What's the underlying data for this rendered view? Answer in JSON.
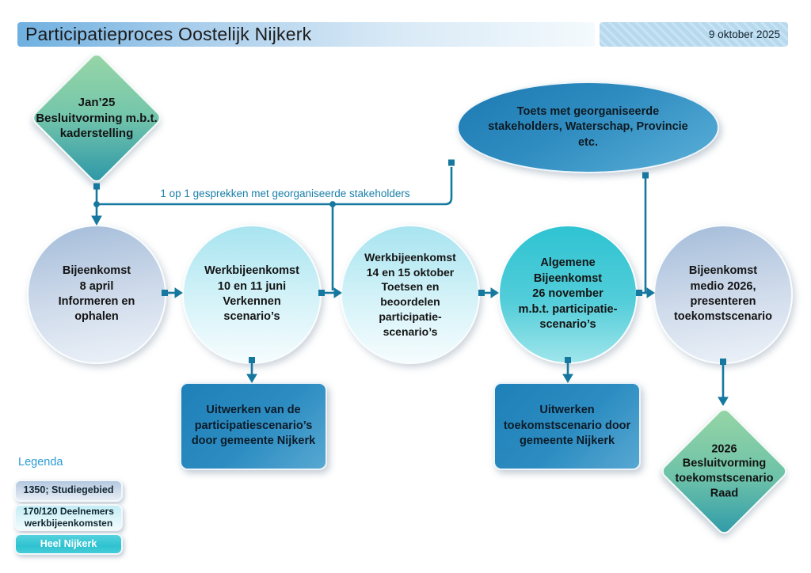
{
  "header": {
    "title": "Participatieproces Oostelijk Nijkerk",
    "date": "9 oktober 2025"
  },
  "diagram": {
    "diamond_start": {
      "text": "Jan’25\nBesluitvorming m.b.t.\nkaderstelling"
    },
    "ellipse": {
      "text": "Toets met georganiseerde\nstakeholders, Waterschap, Provincie\netc."
    },
    "connector_label": "1 op 1 gesprekken met georganiseerde stakeholders",
    "circles": [
      {
        "text": "Bijeenkomst\n8 april\nInformeren en\nophalen",
        "style": "steel"
      },
      {
        "text": "Werkbijeenkomst\n10 en 11 juni\nVerkennen\nscenario’s",
        "style": "cyan"
      },
      {
        "text": "Werkbijeenkomst\n14 en 15 oktober\nToetsen en\nbeoordelen\nparticipatie-\nscenario’s",
        "style": "cyan"
      },
      {
        "text": "Algemene\nBijeenkomst\n26 november\nm.b.t. participatie-\nscenario’s",
        "style": "teal"
      },
      {
        "text": "Bijeenkomst\nmedio 2026,\npresenteren\ntoekomstscenario",
        "style": "steel"
      }
    ],
    "rects": [
      {
        "text": "Uitwerken van de\nparticipatiescenario’s\ndoor gemeente Nijkerk"
      },
      {
        "text": "Uitwerken\ntoekomstscenario door\ngemeente Nijkerk"
      }
    ],
    "diamond_end": {
      "text": "2026\nBesluitvorming\ntoekomstscenario\nRaad"
    }
  },
  "legend": {
    "title": "Legenda",
    "items": [
      {
        "label": "1350; Studiegebied"
      },
      {
        "label": "170/120 Deelnemers\nwerkbijeenkomsten"
      },
      {
        "label": "Heel Nijkerk"
      }
    ]
  },
  "colors": {
    "connector": "#16789f",
    "title_bar": "#6fb0e0",
    "date_box": "#bcdcf0",
    "diamond_green": "#98d6a6",
    "diamond_teal": "#2d96a8",
    "ellipse_blue": "#1d7ab2",
    "circle_steel": "#a3bcd9",
    "circle_cyan": "#a8e4f0",
    "circle_teal": "#2fc3d2",
    "rect_blue": "#1e80b8",
    "label_blue": "#1a7fa9",
    "legend_title_blue": "#2b9cd3"
  }
}
